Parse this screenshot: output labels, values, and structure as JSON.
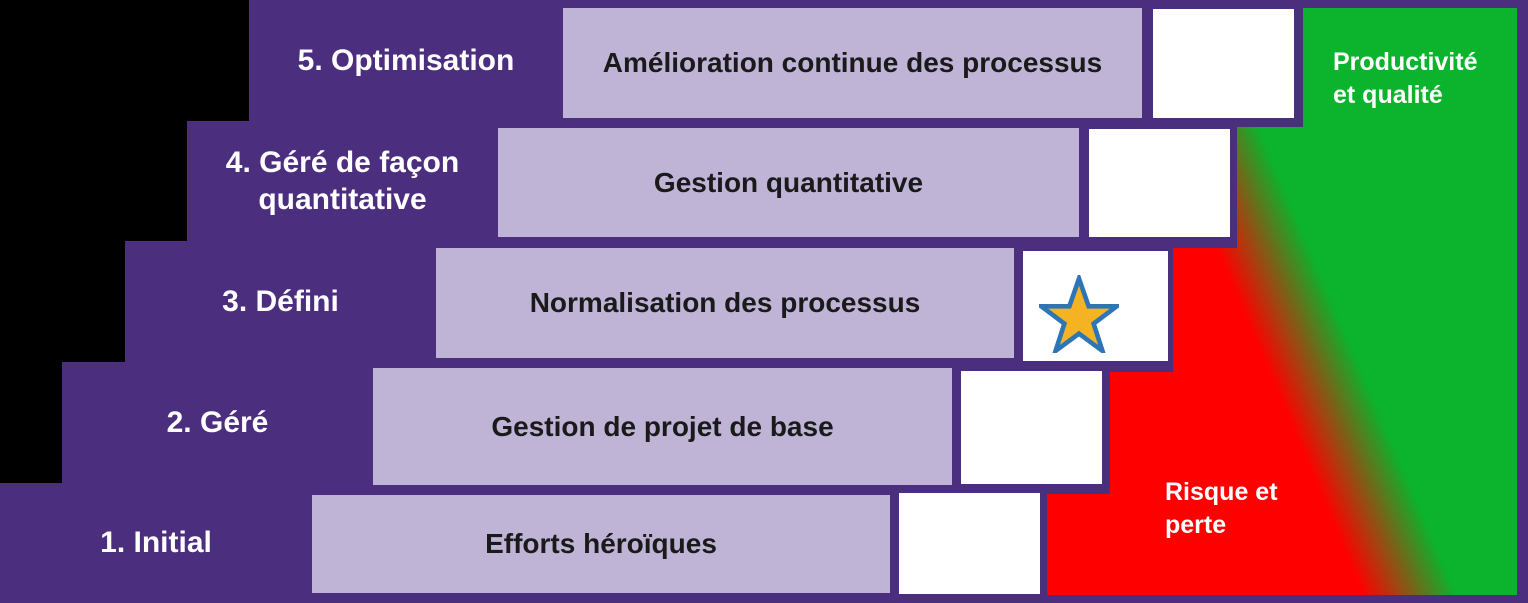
{
  "diagram": {
    "levels": [
      {
        "label": "5. Optimisation",
        "description": "Amélioration continue des processus",
        "has_star": false
      },
      {
        "label": "4. Géré de façon\nquantitative",
        "description": "Gestion quantitative",
        "has_star": false
      },
      {
        "label": "3. Défini",
        "description": "Normalisation des processus",
        "has_star": true
      },
      {
        "label": "2. Géré",
        "description": "Gestion de projet de base",
        "has_star": false
      },
      {
        "label": "1. Initial",
        "description": "Efforts héroïques",
        "has_star": false
      }
    ],
    "outcomes": {
      "productivity": "Productivité\net qualité",
      "risk": "Risque et\nperte"
    },
    "icons": {
      "star": "star-icon"
    },
    "colors": {
      "background": "#000000",
      "step_purple": "#4C2E7F",
      "box_lavender": "#BFB4D6",
      "box_text": "#1A1A1A",
      "label_text": "#FFFFFF",
      "productivity_green": "#0CB32C",
      "risk_red": "#FE0000",
      "star_fill": "#F5B324",
      "star_stroke": "#2E75B6"
    }
  }
}
